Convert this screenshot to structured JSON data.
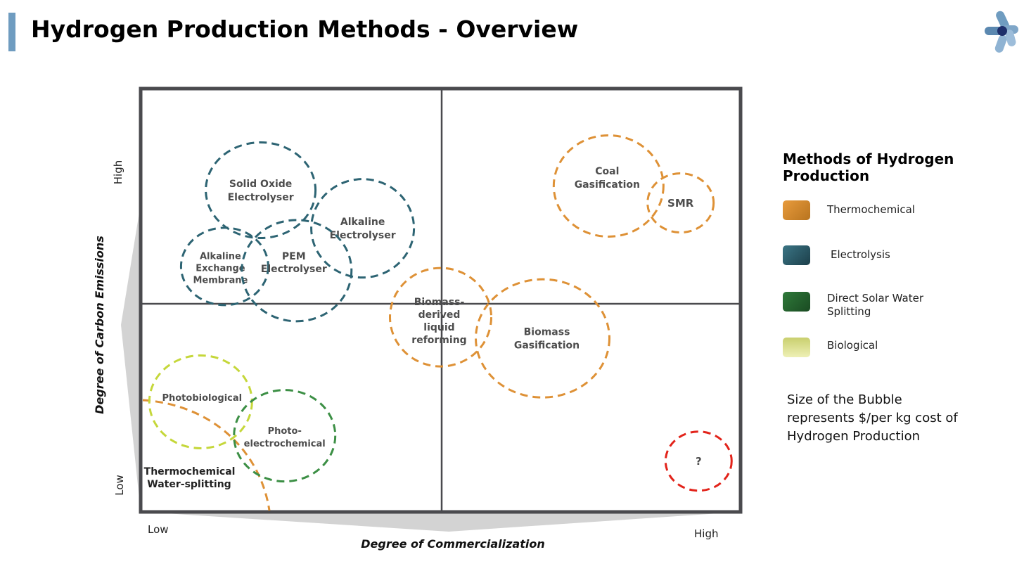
{
  "header": {
    "title": "Hydrogen Production Methods - Overview",
    "accent_color": "#6f9cc0",
    "logo_icon": "star-logo-icon"
  },
  "axes": {
    "y_title": "Degree of Carbon Emissions",
    "y_low": "Low",
    "y_high": "High",
    "x_title": "Degree of Commercialization",
    "x_low": "Low",
    "x_high": "High"
  },
  "bubbles": [
    {
      "id": "solid-oxide",
      "label": [
        "Solid Oxide",
        "Electrolyser"
      ],
      "category": "electrolysis",
      "commercialization": 0.2,
      "emissions": 0.76
    },
    {
      "id": "alkaline",
      "label": [
        "Alkaline",
        "Electrolyser"
      ],
      "category": "electrolysis",
      "commercialization": 0.37,
      "emissions": 0.67
    },
    {
      "id": "alkaline-exchange",
      "label": [
        "Alkaline",
        "Exchange",
        "Membrane"
      ],
      "category": "electrolysis",
      "commercialization": 0.14,
      "emissions": 0.58
    },
    {
      "id": "pem",
      "label": [
        "PEM",
        "Electrolyser"
      ],
      "category": "electrolysis",
      "commercialization": 0.26,
      "emissions": 0.57
    },
    {
      "id": "coal-gasification",
      "label": [
        "Coal",
        "Gasification"
      ],
      "category": "thermochemical",
      "commercialization": 0.78,
      "emissions": 0.77
    },
    {
      "id": "smr",
      "label": [
        "SMR"
      ],
      "category": "thermochemical",
      "commercialization": 0.9,
      "emissions": 0.73
    },
    {
      "id": "biomass-liquid",
      "label": [
        "Biomass-",
        "derived",
        "liquid",
        "reforming"
      ],
      "category": "thermochemical",
      "commercialization": 0.5,
      "emissions": 0.46
    },
    {
      "id": "biomass-gasification",
      "label": [
        "Biomass",
        "Gasification"
      ],
      "category": "thermochemical",
      "commercialization": 0.67,
      "emissions": 0.41
    },
    {
      "id": "photobiological",
      "label": [
        "Photobiological"
      ],
      "category": "biological",
      "commercialization": 0.1,
      "emissions": 0.26
    },
    {
      "id": "photo-electrochemical",
      "label": [
        "Photo-",
        "electrochemical"
      ],
      "category": "direct_solar",
      "commercialization": 0.24,
      "emissions": 0.18
    },
    {
      "id": "unknown",
      "label": [
        "?"
      ],
      "category": "unknown",
      "commercialization": 0.93,
      "emissions": 0.12
    }
  ],
  "thermochemical_water_splitting": {
    "label": [
      "Thermochemical",
      "Water-splitting"
    ],
    "category": "thermochemical"
  },
  "legend": {
    "title": "Methods of Hydrogen Production",
    "items": [
      {
        "label": "Thermochemical",
        "color": "#d9892b"
      },
      {
        "label": "Electrolysis",
        "color": "#2b5d6a"
      },
      {
        "label": "Direct Solar Water Splitting",
        "color": "#2f7a3a"
      },
      {
        "label": "Biological",
        "color": "#d4da86"
      }
    ]
  },
  "colors": {
    "thermochemical": "#de9136",
    "electrolysis": "#2d6473",
    "direct_solar": "#3c8f45",
    "biological": "#c5d73a",
    "unknown": "#e2231a",
    "frame": "#4a4a4e",
    "shadow": "#d3d3d3"
  },
  "size_note": "Size of the Bubble represents $/per kg cost of Hydrogen Production"
}
